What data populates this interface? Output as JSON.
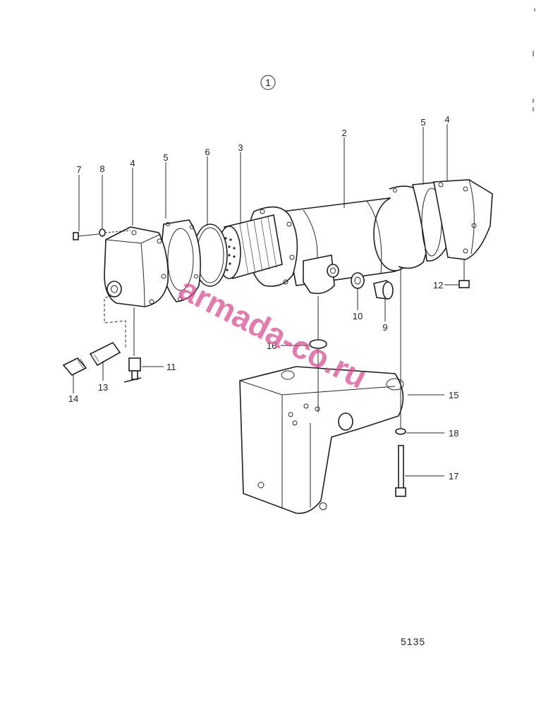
{
  "diagram": {
    "figure_marker": "1",
    "sheet_number": "5135",
    "watermark": "armada-co.ru",
    "callouts": {
      "c1": "1",
      "c2": "2",
      "c3": "3",
      "c4a": "4",
      "c4b": "4",
      "c5a": "5",
      "c5b": "5",
      "c6": "6",
      "c7": "7",
      "c8": "8",
      "c9": "9",
      "c10": "10",
      "c11": "11",
      "c12": "12",
      "c13": "13",
      "c14": "14",
      "c15": "15",
      "c16": "16",
      "c17": "17",
      "c18": "18"
    }
  }
}
